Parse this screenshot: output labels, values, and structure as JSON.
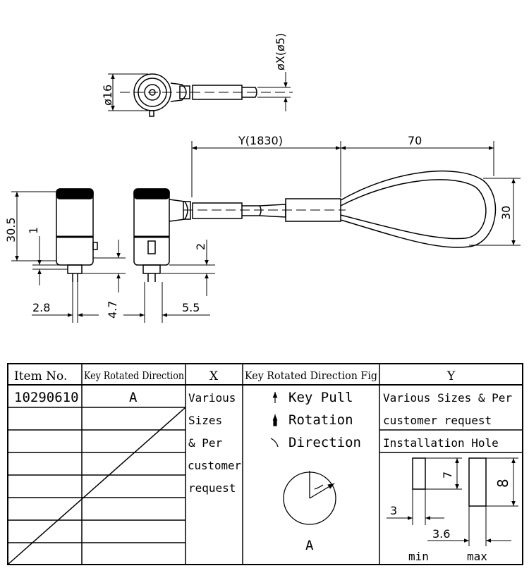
{
  "dimensions": {
    "x_diameter": "øX(ø5)",
    "head_diameter": "ø16",
    "cable_length": "Y(1830)",
    "loop_length": "70",
    "loop_width": "30",
    "body_height": "30.5",
    "dim_1": "1",
    "dim_2": "2",
    "dim_2_8": "2.8",
    "dim_4_7": "4.7",
    "dim_5_5": "5.5"
  },
  "table": {
    "headers": {
      "item_no": "Item No.",
      "key_rotated_direction": "Key Rotated Direction",
      "x": "X",
      "key_rotated_direction_fig": "Key Rotated Direction Fig",
      "y": "Y"
    },
    "row": {
      "item_no": "10290610",
      "direction": "A"
    },
    "x_text": [
      "Various",
      "Sizes",
      "& Per",
      "customer",
      "request"
    ],
    "fig_legend": [
      "Key Pull",
      "Rotation",
      "Direction"
    ],
    "fig_label": "A",
    "y_text": [
      "Various Sizes & Per",
      "customer request"
    ],
    "installation_hole": "Installation Hole",
    "hole": {
      "height_min": "7",
      "height_max": "8",
      "width_min": "3",
      "width_max": "3.6",
      "min_label": "min",
      "max_label": "max"
    }
  }
}
